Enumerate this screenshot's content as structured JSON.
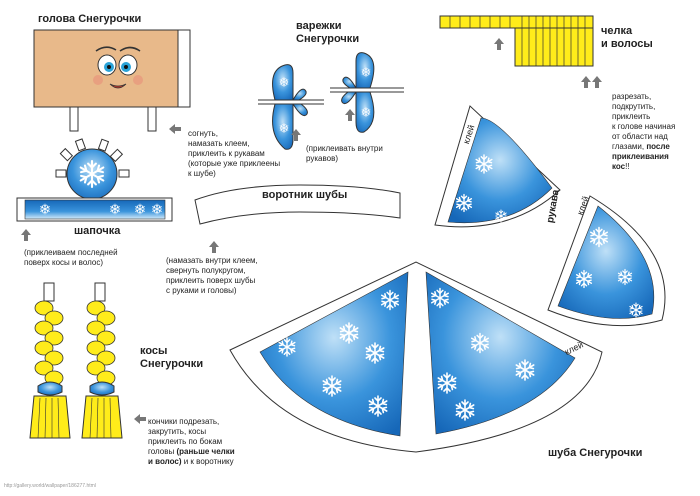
{
  "labels": {
    "head": "голова Снегурочки",
    "mittens": "варежки\nСнегурочки",
    "bangs": "челка\nи волосы",
    "hat": "шапочка",
    "collar": "воротник шубы",
    "sleeve": "рукава",
    "braids": "косы\nСнегурочки",
    "coat": "шуба Снегурочки",
    "glue_sleeve": "клей",
    "glue_sleeve2": "клей",
    "glue_coat": "клей"
  },
  "notes": {
    "head": "согнуть,\nнамазать клеем,\nприклеить к рукавам\n(которые уже приклеены\nк шубе)",
    "mittens": "(приклеивать внутри\nрукавов)",
    "bangs_a": "разрезать,\nподкрутить,\nприклеить\nк голове начиная\nот области над\nглазами,",
    "bangs_b": "после\nприклеивания\nкос",
    "bangs_c": "!!",
    "hat": "(приклеиваем последней\nповерх косы и волос)",
    "collar": "(намазать внутри клеем,\nсвернуть полукругом,\nприклеить поверх шубы\nс руками и головы)",
    "braids_a": "кончики подрезать,\nзакрутить, косы\nприклеить по бокам\nголовы",
    "braids_b": "(раньше челки\nи волос)",
    "braids_c": " и к воротнику"
  },
  "watermark": "http://gallery.world/wallpaper/186277.html",
  "colors": {
    "skin": "#e8b98a",
    "blue": "#1f7fd0",
    "blue_light": "#cfe6f7",
    "yellow": "#ffec1a",
    "arrow": "#777777"
  }
}
